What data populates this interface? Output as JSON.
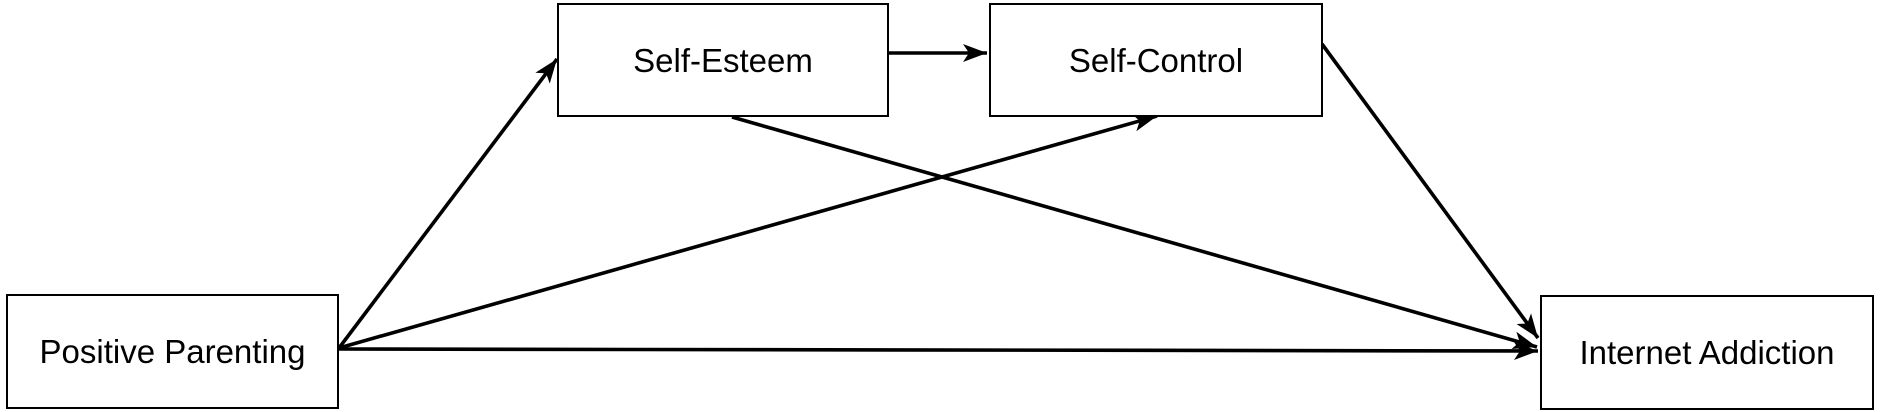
{
  "diagram": {
    "type": "path-model",
    "background_color": "#ffffff",
    "node_fill_color": "#ffffff",
    "node_border_color": "#000000",
    "arrow_color": "#000000",
    "text_color": "#000000",
    "nodes": [
      {
        "id": "positive-parenting",
        "label": "Positive Parenting"
      },
      {
        "id": "self-esteem",
        "label": "Self-Esteem"
      },
      {
        "id": "self-control",
        "label": "Self-Control"
      },
      {
        "id": "internet-addiction",
        "label": "Internet Addiction"
      }
    ],
    "edges": [
      {
        "from": "Positive Parenting",
        "to": "Self-Esteem"
      },
      {
        "from": "Positive Parenting",
        "to": "Self-Control"
      },
      {
        "from": "Positive Parenting",
        "to": "Internet Addiction"
      },
      {
        "from": "Self-Esteem",
        "to": "Self-Control"
      },
      {
        "from": "Self-Esteem",
        "to": "Internet Addiction"
      },
      {
        "from": "Self-Control",
        "to": "Internet Addiction"
      }
    ]
  }
}
